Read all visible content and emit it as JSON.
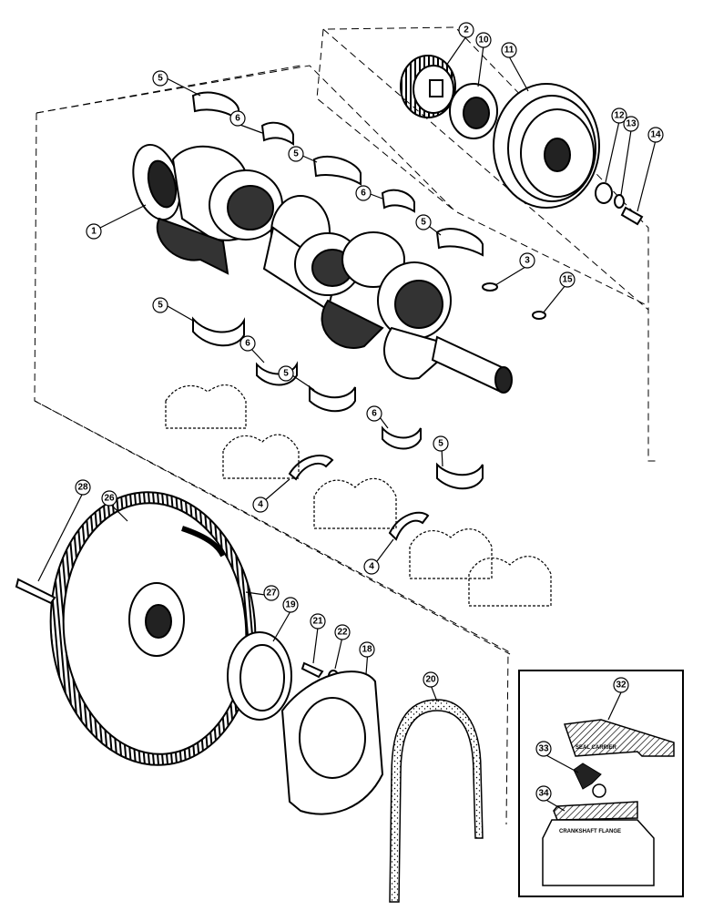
{
  "callouts": {
    "c1": "1",
    "c2": "2",
    "c3": "3",
    "c4a": "4",
    "c4b": "4",
    "c5a": "5",
    "c5b": "5",
    "c5c": "5",
    "c5d": "5",
    "c5e": "5",
    "c5f": "5",
    "c6a": "6",
    "c6b": "6",
    "c6c": "6",
    "c6d": "6",
    "c10": "10",
    "c11": "11",
    "c12": "12",
    "c13": "13",
    "c14": "14",
    "c15": "15",
    "c18": "18",
    "c19": "19",
    "c20": "20",
    "c21": "21",
    "c22": "22",
    "c26": "26",
    "c27": "27",
    "c28": "28",
    "c32": "32",
    "c33": "33",
    "c34": "34"
  },
  "inset": {
    "seal_carrier_label": "SEAL CARRIER",
    "crankshaft_flange_label": "CRANKSHAFT FLANGE"
  }
}
